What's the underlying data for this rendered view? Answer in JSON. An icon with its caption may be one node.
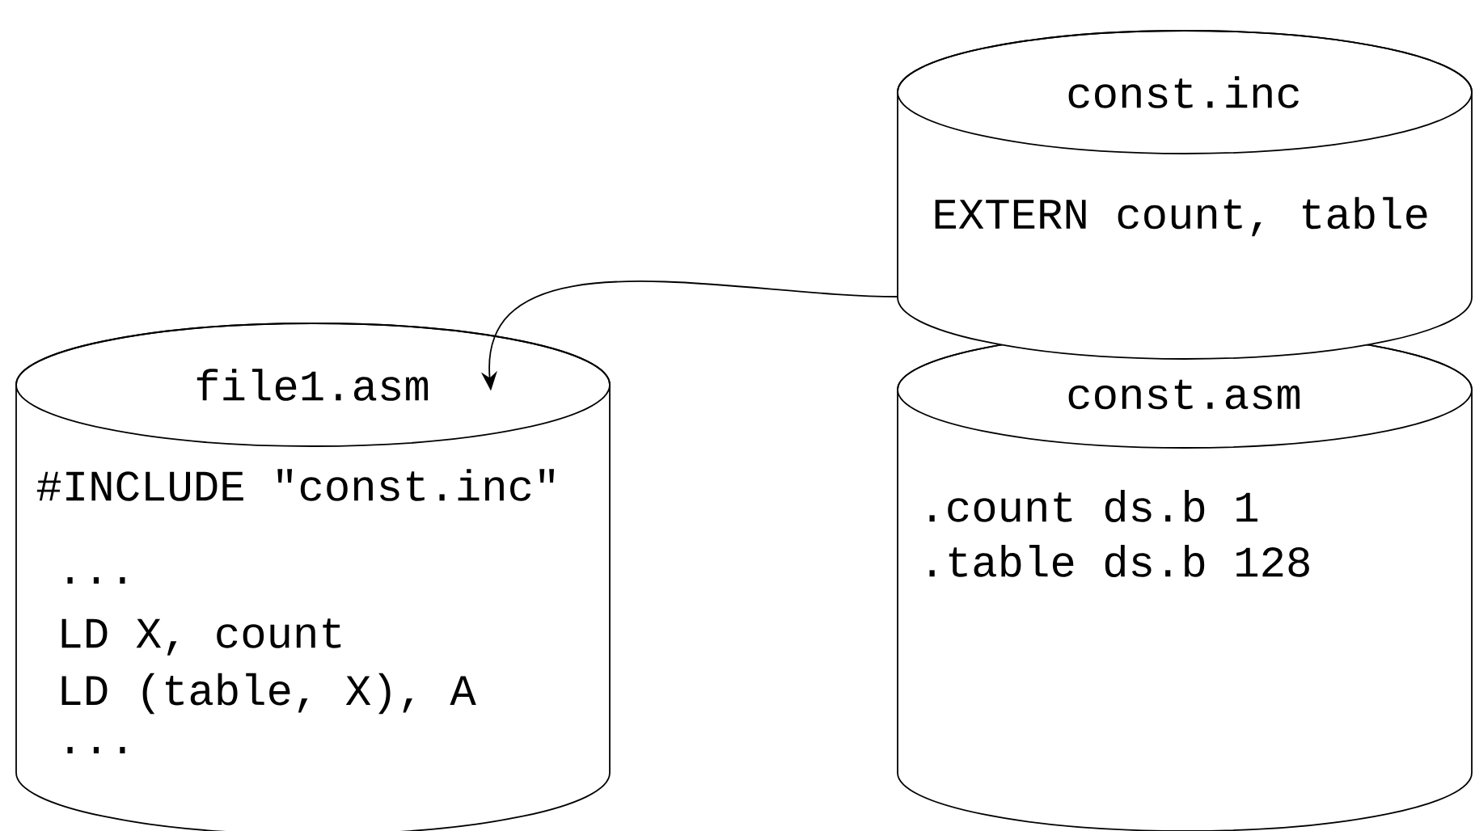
{
  "diagram": {
    "nodes": [
      {
        "text": [
          "const.inc",
          "EXTERN count, table"
        ]
      },
      {
        "text": [
          "file1.asm",
          "#INCLUDE \"const.inc\"",
          "...",
          "LD X, count",
          "LD (table, X), A",
          "..."
        ]
      },
      {
        "text": [
          "const.asm",
          ".count ds.b 1",
          ".table ds.b 128"
        ]
      }
    ],
    "edges": [
      {
        "from": 0,
        "to": 1,
        "arrow": "to"
      }
    ]
  }
}
